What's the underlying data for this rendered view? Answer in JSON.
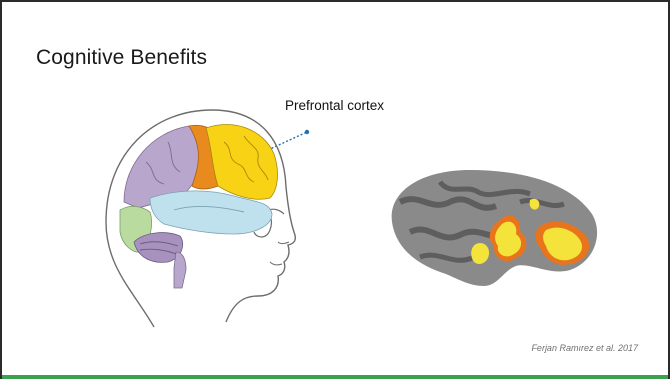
{
  "slide": {
    "title": "Cognitive Benefits",
    "callout": "Prefrontal cortex",
    "citation": "Ferjan Ramırez et al. 2017"
  },
  "colors": {
    "accent_bar": "#3aa24d",
    "callout_line": "#1f6fb8",
    "prefrontal": "#f7d215",
    "motor": "#e98a1f",
    "parietal": "#b9a6cc",
    "occipital": "#b9dba0",
    "temporal": "#bfe1ee",
    "cerebellum": "#a692bd",
    "cortex_gray": "#8a8a8a",
    "activation_yellow": "#f3e33a",
    "activation_orange": "#e8741c"
  },
  "icons": {
    "illustration": "infant-head-brain-illustration",
    "render": "inflated-cortex-activation-render"
  }
}
